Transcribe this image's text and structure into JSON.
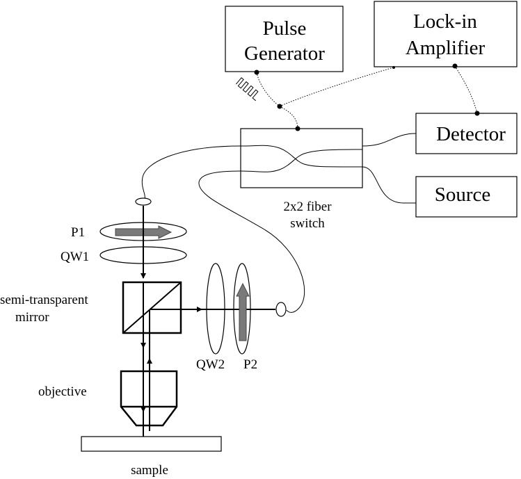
{
  "boxes": {
    "pulse_generator": [
      "Pulse",
      "Generator"
    ],
    "lockin_amplifier": [
      "Lock-in",
      "Amplifier"
    ],
    "detector": "Detector",
    "source": "Source"
  },
  "switch_label": [
    "2x2 fiber",
    "switch"
  ],
  "labels": {
    "p1": "P1",
    "qw1": "QW1",
    "mirror": [
      "semi-transparent",
      "mirror"
    ],
    "qw2": "QW2",
    "p2": "P2",
    "objective": "objective",
    "sample": "sample"
  }
}
